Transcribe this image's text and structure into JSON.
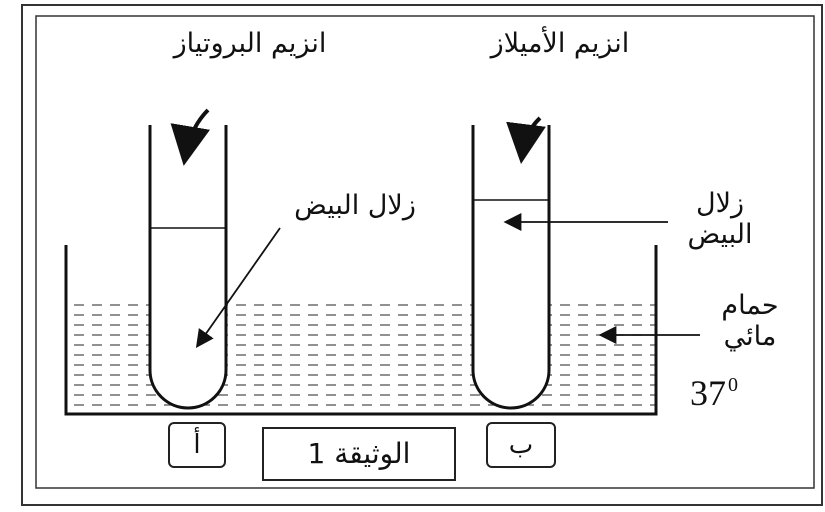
{
  "figure": {
    "tube_a": {
      "enzyme_label": "انزيم البروتياز",
      "content_label": "زلال البيض",
      "tag": "أ"
    },
    "tube_b": {
      "enzyme_label": "انزيم الأميلاز",
      "content_label": "زلال البيض",
      "tag": "ب"
    },
    "bath": {
      "label": "حمام مائي",
      "temperature": "37",
      "temperature_unit": "0"
    },
    "caption": "الوثيقة 1",
    "colors": {
      "line": "#1a1a1a",
      "background": "#ffffff"
    }
  }
}
